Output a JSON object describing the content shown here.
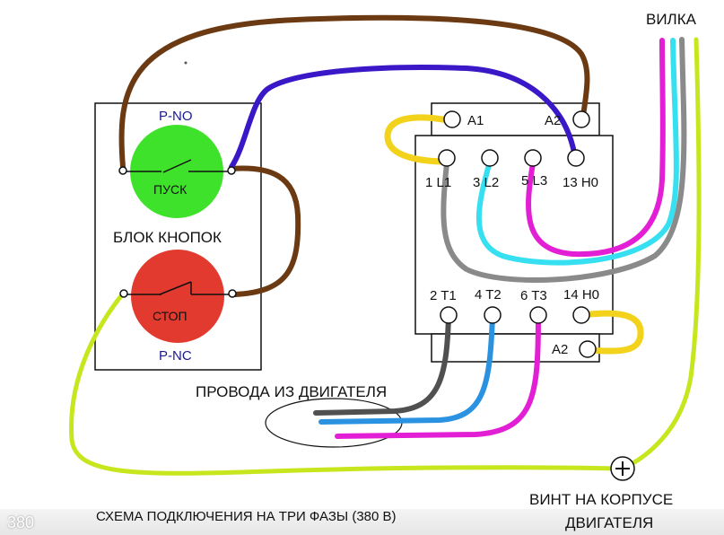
{
  "labels": {
    "plug": "ВИЛКА",
    "p_no": "P-NO",
    "p_nc": "P-NC",
    "start": "ПУСК",
    "stop": "СТОП",
    "button_block": "БЛОК КНОПОК",
    "a1": "A1",
    "a2_top": "A2",
    "a2_bottom": "A2",
    "l1": "1 L1",
    "l2": "3 L2",
    "l3": "5 L3",
    "h0_top": "13 H0",
    "t1": "2 T1",
    "t2": "4 T2",
    "t3": "6 T3",
    "h0_bottom": "14 H0",
    "motor_wires": "ПРОВОДА ИЗ ДВИГАТЕЛЯ",
    "screw_line1": "ВИНТ НА КОРПУСЕ",
    "screw_line2": "ДВИГАТЕЛЯ",
    "caption": "СХЕМА ПОДКЛЮЧЕНИЯ НА ТРИ ФАЗЫ (380 В)",
    "watermark": "380"
  },
  "colors": {
    "brown": "#6b3a12",
    "blue_violet": "#3a18c8",
    "yellow": "#f2d21a",
    "grey": "#8a8a8a",
    "cyan": "#37e0f0",
    "magenta": "#e21fd4",
    "yellow_green": "#c8e61e",
    "dark_grey": "#505050",
    "sky_blue": "#2a92e0",
    "start_green": "#3fe22b",
    "stop_red": "#e23a2f"
  }
}
